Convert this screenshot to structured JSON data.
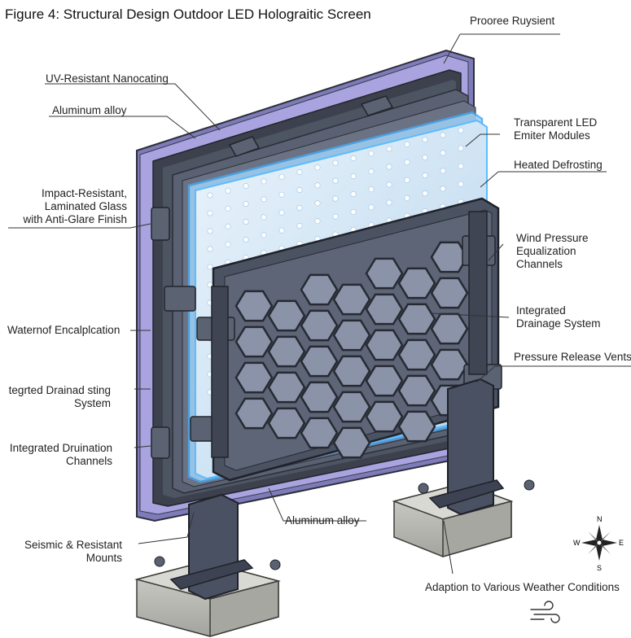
{
  "title": "Figure 4: Structural Design Outdoor LED Holograitic Screen",
  "labels": {
    "top_right": "Prooree Ruysient",
    "uv": "UV-Resistant Nanocating",
    "aluminum_top": "Aluminum alloy",
    "impact": [
      "Impact-Resistant,",
      "Laminated Glass",
      "with Anti-Glare Finish"
    ],
    "waterproof": "Waternof Encalplcation",
    "drainage_left": [
      "tegrted Drainad sting",
      "System"
    ],
    "drainage_channels": [
      "Integrated Druination",
      "Channels"
    ],
    "seismic": [
      "Seismic & Resistant",
      "Mounts"
    ],
    "transparent_led": [
      "Transparent LED",
      "Emiter Modules"
    ],
    "heated": "Heated Defrosting",
    "wind": [
      "Wind Pressure",
      "Equalization",
      "Channels"
    ],
    "integrated_drainage": [
      "Integrated",
      "Drainage System"
    ],
    "pressure_vents": "Pressure Release Vents",
    "aluminum_bottom": "Aluminum alloy",
    "adaption": "Adaption to Various Weather Conditions"
  },
  "compass": {
    "n": "N",
    "s": "S",
    "e": "E",
    "w": "W"
  },
  "icons": {
    "compass": "compass-rose-icon",
    "wind": "wind-icon"
  },
  "colors": {
    "frame": "#4a5160",
    "frame_dark": "#2f3440",
    "uv_coating": "#a9a4e0",
    "glass": "#cfe3f3",
    "led_glow": "#4db3ff",
    "concrete": "#b9b9b4"
  }
}
